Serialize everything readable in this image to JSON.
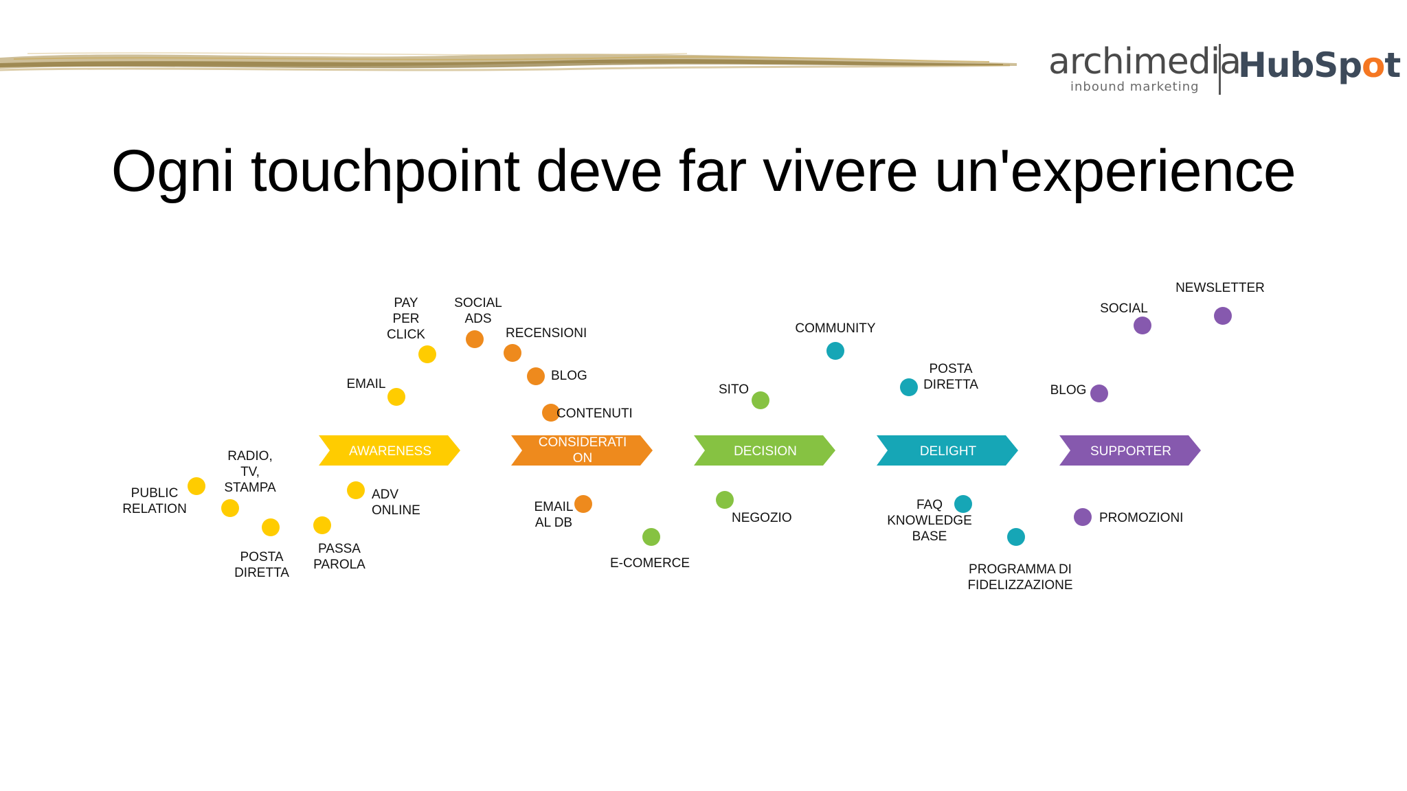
{
  "slide": {
    "title": "Ogni touchpoint deve far vivere un'experience"
  },
  "logos": {
    "archimedia": {
      "name": "archimedia",
      "tagline": "inbound marketing"
    },
    "hubspot": {
      "name_prefix": "HubSp",
      "name_sprocket": "o",
      "name_suffix": "t"
    }
  },
  "colors": {
    "awareness": "#FFCC00",
    "consideration": "#EE8A1D",
    "decision": "#86C242",
    "delight": "#16A6B6",
    "supporter": "#8659AE"
  },
  "stages": [
    {
      "id": "awareness",
      "lines": [
        "AWARENESS"
      ],
      "color": "#FFCC00"
    },
    {
      "id": "consideration",
      "lines": [
        "CONSIDERATI",
        "ON"
      ],
      "color": "#EE8A1D"
    },
    {
      "id": "decision",
      "lines": [
        "DECISION"
      ],
      "color": "#86C242"
    },
    {
      "id": "delight",
      "lines": [
        "DELIGHT"
      ],
      "color": "#16A6B6"
    },
    {
      "id": "supporter",
      "lines": [
        "SUPPORTER"
      ],
      "color": "#8659AE"
    }
  ],
  "touchpoints": [
    {
      "id": "pay-per-click",
      "stage": "awareness",
      "lines": [
        "PAY",
        "PER",
        "CLICK"
      ]
    },
    {
      "id": "email",
      "stage": "awareness",
      "lines": [
        "EMAIL"
      ]
    },
    {
      "id": "public-relation",
      "stage": "awareness",
      "lines": [
        "PUBLIC",
        "RELATION"
      ]
    },
    {
      "id": "radio-tv-stampa",
      "stage": "awareness",
      "lines": [
        "RADIO,",
        "TV,",
        "STAMPA"
      ]
    },
    {
      "id": "posta-diretta-awareness",
      "stage": "awareness",
      "lines": [
        "POSTA",
        "DIRETTA"
      ]
    },
    {
      "id": "passa-parola",
      "stage": "awareness",
      "lines": [
        "PASSA",
        "PAROLA"
      ]
    },
    {
      "id": "adv-online",
      "stage": "awareness",
      "lines": [
        "ADV",
        "ONLINE"
      ]
    },
    {
      "id": "social-ads",
      "stage": "consideration",
      "lines": [
        "SOCIAL",
        "ADS"
      ]
    },
    {
      "id": "recensioni",
      "stage": "consideration",
      "lines": [
        "RECENSIONI"
      ]
    },
    {
      "id": "blog-consideration",
      "stage": "consideration",
      "lines": [
        "BLOG"
      ]
    },
    {
      "id": "contenuti",
      "stage": "consideration",
      "lines": [
        "CONTENUTI"
      ]
    },
    {
      "id": "email-al-db",
      "stage": "consideration",
      "lines": [
        "EMAIL",
        "AL DB"
      ]
    },
    {
      "id": "sito",
      "stage": "decision",
      "lines": [
        "SITO"
      ]
    },
    {
      "id": "e-comerce",
      "stage": "decision",
      "lines": [
        "E-COMERCE"
      ]
    },
    {
      "id": "negozio",
      "stage": "decision",
      "lines": [
        "NEGOZIO"
      ]
    },
    {
      "id": "community",
      "stage": "delight",
      "lines": [
        "COMMUNITY"
      ]
    },
    {
      "id": "posta-diretta-delight",
      "stage": "delight",
      "lines": [
        "POSTA",
        "DIRETTA"
      ]
    },
    {
      "id": "faq-knowledge-base",
      "stage": "delight",
      "lines": [
        "FAQ",
        "KNOWLEDGE",
        "BASE"
      ]
    },
    {
      "id": "programma-di-fidelizzazione",
      "stage": "delight",
      "lines": [
        "PROGRAMMA DI",
        "FIDELIZZAZIONE"
      ]
    },
    {
      "id": "blog-supporter",
      "stage": "supporter",
      "lines": [
        "BLOG"
      ]
    },
    {
      "id": "social-supporter",
      "stage": "supporter",
      "lines": [
        "SOCIAL"
      ]
    },
    {
      "id": "newsletter",
      "stage": "supporter",
      "lines": [
        "NEWSLETTER"
      ]
    },
    {
      "id": "promozioni",
      "stage": "supporter",
      "lines": [
        "PROMOZIONI"
      ]
    }
  ]
}
